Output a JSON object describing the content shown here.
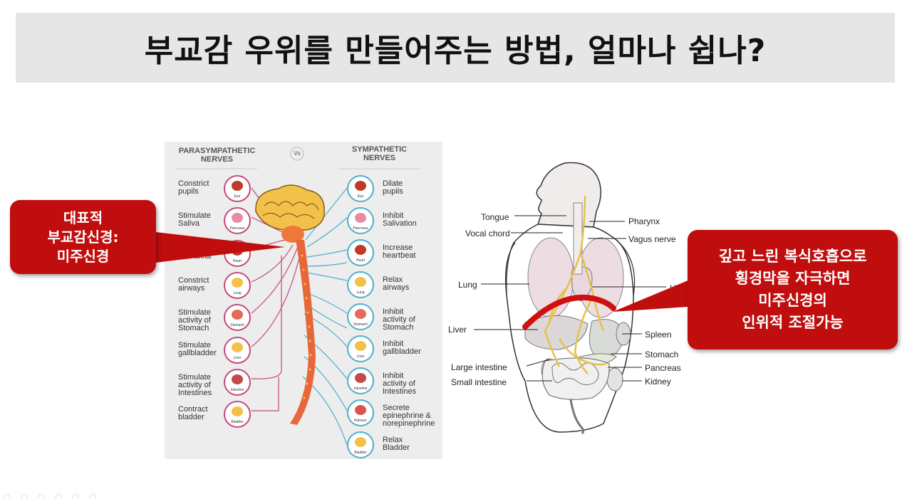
{
  "title": "부교감 우위를 만들어주는 방법, 얼마나 쉽나?",
  "infographic": {
    "para_header": "PARASYMPATHETIC\nNERVES",
    "vs": "Vs",
    "symp_header": "SYMPATHETIC\nNERVES",
    "para": [
      {
        "text": "Constrict\npupils",
        "organ": "Eye"
      },
      {
        "text": "Stimulate\nSaliva",
        "organ": "Pancreas"
      },
      {
        "text": "Slow\nheartbeat",
        "organ": "Heart"
      },
      {
        "text": "Constrict\nairways",
        "organ": "Lung"
      },
      {
        "text": "Stimulate\nactivity of\nStomach",
        "organ": "Stomach"
      },
      {
        "text": "Stimulate\ngallbladder",
        "organ": "Liver"
      },
      {
        "text": "Stimulate\nactivity of\nIntestines",
        "organ": "Intestine"
      },
      {
        "text": "Contract\nbladder",
        "organ": "Bladder"
      }
    ],
    "symp": [
      {
        "text": "Dilate\npupils",
        "organ": "Eye"
      },
      {
        "text": "Inhibit\nSalivation",
        "organ": "Pancreas"
      },
      {
        "text": "Increase\nheartbeat",
        "organ": "Heart"
      },
      {
        "text": "Relax\nairways",
        "organ": "Lung"
      },
      {
        "text": "Inhibit\nactivity of\nStomach",
        "organ": "Stomach"
      },
      {
        "text": "Inhibit\ngallbladder",
        "organ": "Liver"
      },
      {
        "text": "Inhibit\nactivity of\nIntestines",
        "organ": "Intestine"
      },
      {
        "text": "Secrete\nepinephrine &\nnorepinephrine",
        "organ": "Kidneys"
      },
      {
        "text": "Relax\nBladder",
        "organ": "Bladder"
      }
    ]
  },
  "anatomy": {
    "left_labels": [
      "Tongue",
      "Vocal chord",
      "Lung",
      "Liver",
      "Large intestine",
      "Small intestine"
    ],
    "right_labels": [
      "Pharynx",
      "Vagus nerve",
      "Hea",
      "Spleen",
      "Stomach",
      "Pancreas",
      "Kidney"
    ]
  },
  "callout_left": "대표적\n부교감신경:\n미주신경",
  "callout_right": "깊고 느린 복식호흡으로\n횡경막을 자극하면\n미주신경의\n인위적 조절가능",
  "colors": {
    "title_bg": "#e6e6e6",
    "callout_red": "#c00d0d",
    "para_ring": "#c44a7a",
    "symp_ring": "#4bb0cc",
    "spine": "#e8673a",
    "brain": "#f2c14a",
    "diaphragm": "#d01010"
  }
}
